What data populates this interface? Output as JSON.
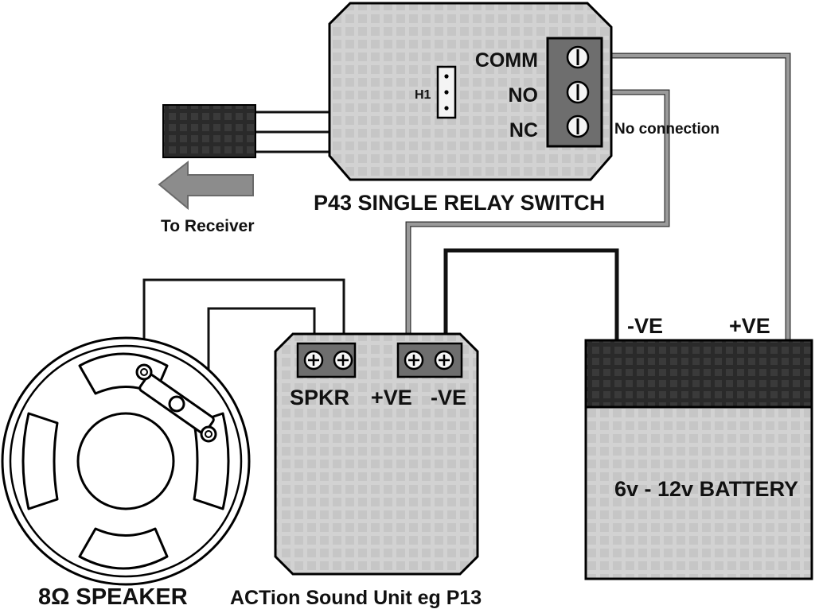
{
  "relay": {
    "title": "P43 SINGLE RELAY SWITCH",
    "jumper_label": "H1",
    "terminals": [
      "COMM",
      "NO",
      "NC"
    ],
    "nc_note": "No connection"
  },
  "receiver": {
    "label": "To Receiver"
  },
  "speaker": {
    "label": "8Ω SPEAKER"
  },
  "sound_unit": {
    "label": "ACTion Sound Unit eg P13",
    "spkr_label": "SPKR",
    "pos_label": "+VE",
    "neg_label": "-VE"
  },
  "battery": {
    "label": "6v - 12v BATTERY",
    "neg_label": "-VE",
    "pos_label": "+VE"
  },
  "colors": {
    "pcb": "#d4d4d4",
    "terminal_block": "#6e6e6e",
    "connector_body": "#2b2b2b",
    "grey_wire": "#9a9a9a",
    "black_wire": "#111111",
    "battery_top": "#2a2a2a",
    "battery_body": "#d9d9d9"
  }
}
